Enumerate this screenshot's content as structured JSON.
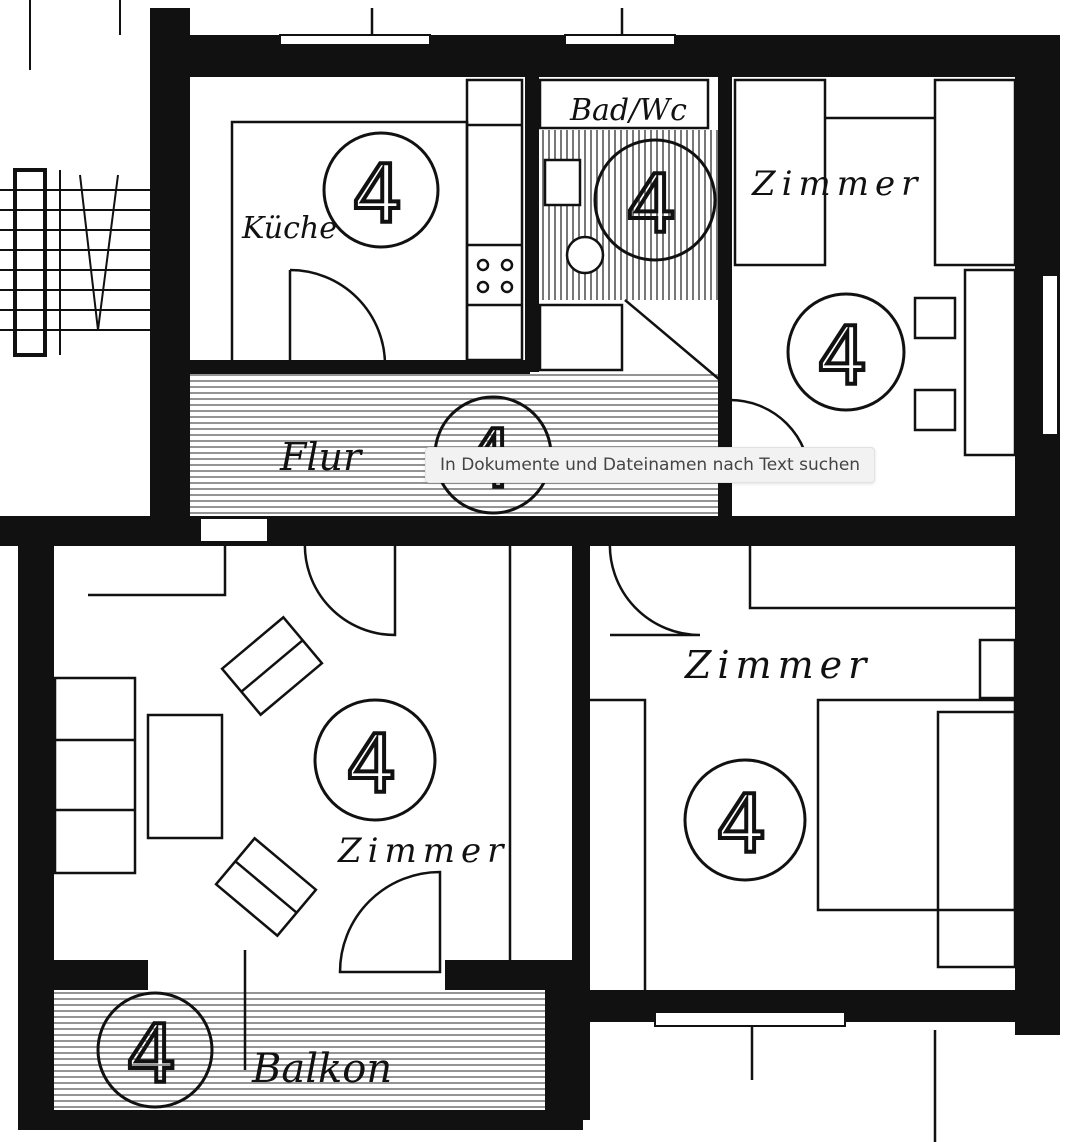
{
  "rooms": {
    "kitchen": {
      "label": "Küche",
      "number": "4"
    },
    "bath": {
      "label": "Bad/Wc",
      "number": "4"
    },
    "room_top_right": {
      "label": "Zimmer",
      "number": "4"
    },
    "hall": {
      "label": "Flur",
      "number": "4"
    },
    "room_bottom_left": {
      "label": "Zimmer",
      "number": "4"
    },
    "room_bottom_right": {
      "label": "Zimmer",
      "number": "4"
    },
    "balcony": {
      "label": "Balkon",
      "number": "4"
    }
  },
  "tooltip": {
    "text": "In Dokumente und Dateinamen nach Text suchen"
  }
}
